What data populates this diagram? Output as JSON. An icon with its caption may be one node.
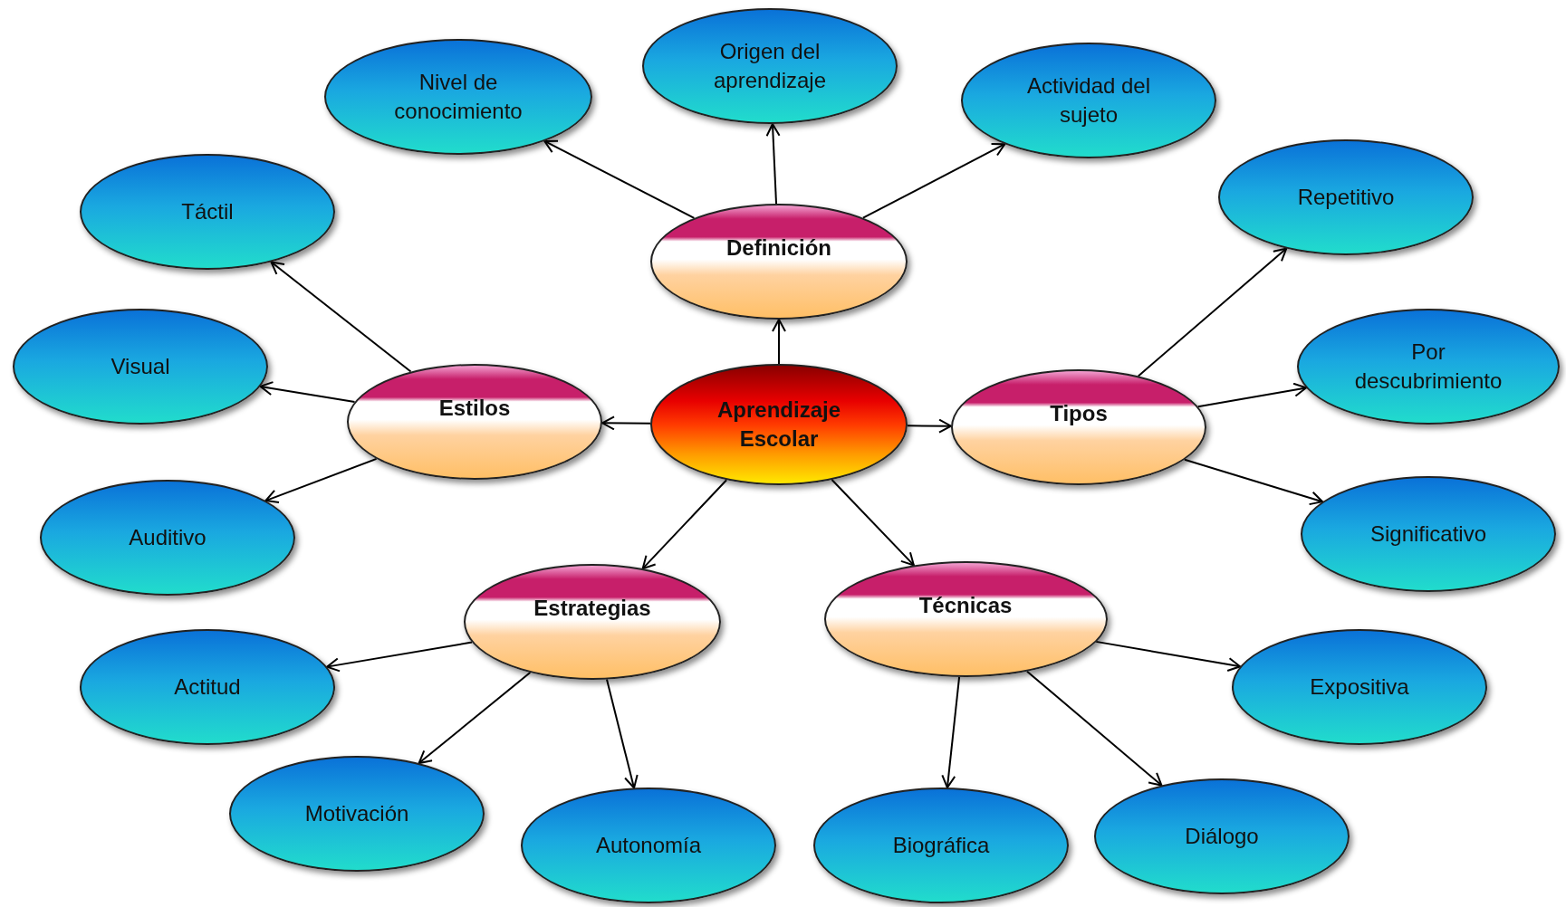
{
  "diagram": {
    "nodes": [
      {
        "text": [
          "Aprendizaje Escolar"
        ]
      },
      {
        "text": [
          "Definición"
        ]
      },
      {
        "text": [
          "Estilos"
        ]
      },
      {
        "text": [
          "Tipos"
        ]
      },
      {
        "text": [
          "Estrategias"
        ]
      },
      {
        "text": [
          "Técnicas"
        ]
      },
      {
        "text": [
          "Nivel de conocimiento"
        ]
      },
      {
        "text": [
          "Origen del aprendizaje"
        ]
      },
      {
        "text": [
          "Actividad del sujeto"
        ]
      },
      {
        "text": [
          "Táctil"
        ]
      },
      {
        "text": [
          "Visual"
        ]
      },
      {
        "text": [
          "Auditivo"
        ]
      },
      {
        "text": [
          "Repetitivo"
        ]
      },
      {
        "text": [
          "Por descubrimiento"
        ]
      },
      {
        "text": [
          "Significativo"
        ]
      },
      {
        "text": [
          "Actitud"
        ]
      },
      {
        "text": [
          "Motivación"
        ]
      },
      {
        "text": [
          "Autonomía"
        ]
      },
      {
        "text": [
          "Biográfica"
        ]
      },
      {
        "text": [
          "Diálogo"
        ]
      },
      {
        "text": [
          "Expositiva"
        ]
      }
    ],
    "edges": [
      {
        "from": 0,
        "to": 1,
        "arrow": "to"
      },
      {
        "from": 0,
        "to": 2,
        "arrow": "to"
      },
      {
        "from": 0,
        "to": 3,
        "arrow": "to"
      },
      {
        "from": 0,
        "to": 4,
        "arrow": "to"
      },
      {
        "from": 0,
        "to": 5,
        "arrow": "to"
      },
      {
        "from": 1,
        "to": 6,
        "arrow": "to"
      },
      {
        "from": 1,
        "to": 7,
        "arrow": "to"
      },
      {
        "from": 1,
        "to": 8,
        "arrow": "to"
      },
      {
        "from": 2,
        "to": 9,
        "arrow": "to"
      },
      {
        "from": 2,
        "to": 10,
        "arrow": "to"
      },
      {
        "from": 2,
        "to": 11,
        "arrow": "to"
      },
      {
        "from": 3,
        "to": 12,
        "arrow": "to"
      },
      {
        "from": 3,
        "to": 13,
        "arrow": "to"
      },
      {
        "from": 3,
        "to": 14,
        "arrow": "to"
      },
      {
        "from": 4,
        "to": 15,
        "arrow": "to"
      },
      {
        "from": 4,
        "to": 16,
        "arrow": "to"
      },
      {
        "from": 4,
        "to": 17,
        "arrow": "to"
      },
      {
        "from": 5,
        "to": 18,
        "arrow": "to"
      },
      {
        "from": 5,
        "to": 19,
        "arrow": "to"
      },
      {
        "from": 5,
        "to": 20,
        "arrow": "to"
      }
    ]
  }
}
